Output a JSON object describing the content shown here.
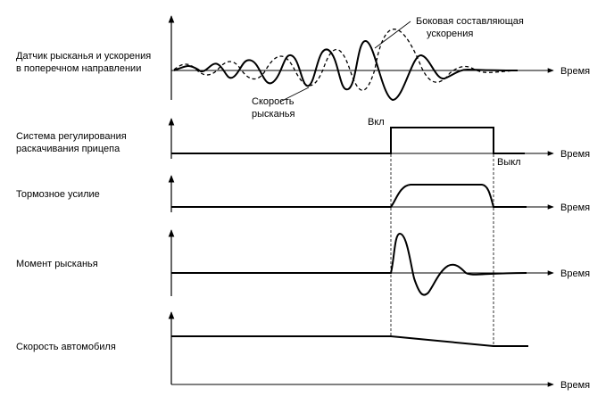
{
  "rows": [
    {
      "label_lines": [
        "Датчик рысканья и ускорения",
        "в поперечном направлении"
      ],
      "axis_label": "Время",
      "annotations": {
        "lateral_line1": "Боковая составляющая",
        "lateral_line2": "ускорения",
        "yaw_line1": "Скорость",
        "yaw_line2": "рысканья"
      }
    },
    {
      "label_lines": [
        "Система регулирования",
        "раскачивания прицепа"
      ],
      "axis_label": "Время",
      "annotations": {
        "on": "Вкл",
        "off": "Выкл"
      }
    },
    {
      "label_lines": [
        "Тормозное усилие"
      ],
      "axis_label": "Время"
    },
    {
      "label_lines": [
        "Момент рысканья"
      ],
      "axis_label": "Время"
    },
    {
      "label_lines": [
        "Скорость автомобиля"
      ],
      "axis_label": "Время"
    }
  ]
}
